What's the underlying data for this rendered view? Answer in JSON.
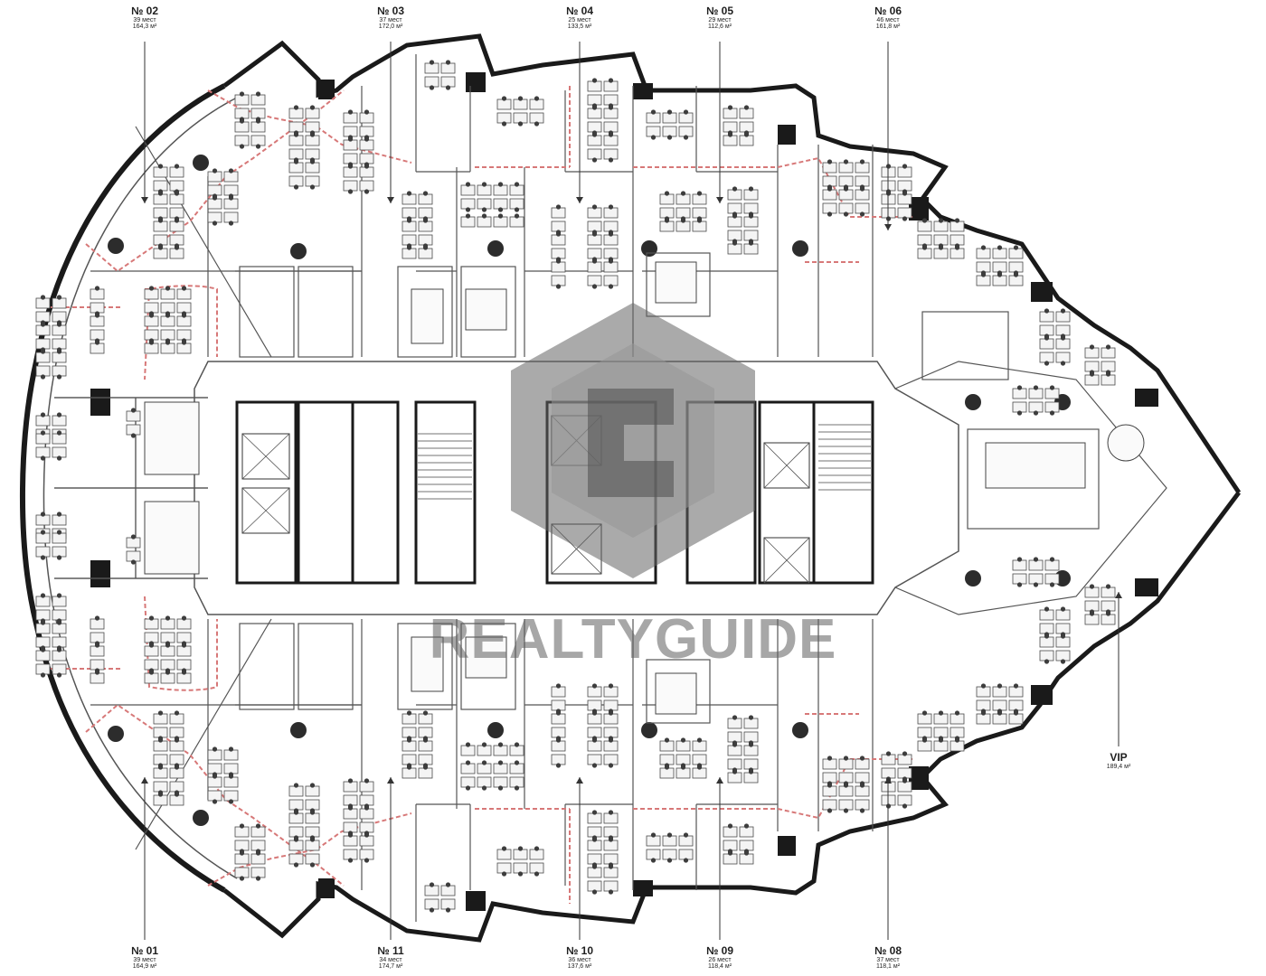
{
  "units": [
    {
      "id": "u02",
      "number": "№ 02",
      "seats": "39 мест",
      "area": "164,3 м²"
    },
    {
      "id": "u03",
      "number": "№ 03",
      "seats": "37 мест",
      "area": "172,0 м²"
    },
    {
      "id": "u04",
      "number": "№ 04",
      "seats": "25 мест",
      "area": "133,5 м²"
    },
    {
      "id": "u05",
      "number": "№ 05",
      "seats": "29 мест",
      "area": "112,6 м²"
    },
    {
      "id": "u06",
      "number": "№ 06",
      "seats": "46 мест",
      "area": "161,8 м²"
    },
    {
      "id": "vip",
      "number": "VIP",
      "seats": "",
      "area": "189,4 м²"
    },
    {
      "id": "u01",
      "number": "№ 01",
      "seats": "39 мест",
      "area": "164,9 м²"
    },
    {
      "id": "u11",
      "number": "№ 11",
      "seats": "34 мест",
      "area": "174,7 м²"
    },
    {
      "id": "u10",
      "number": "№ 10",
      "seats": "36 мест",
      "area": "137,6 м²"
    },
    {
      "id": "u09",
      "number": "№ 09",
      "seats": "26 мест",
      "area": "118,4 м²"
    },
    {
      "id": "u08",
      "number": "№ 08",
      "seats": "37 мест",
      "area": "118,1 м²"
    }
  ],
  "watermark": {
    "text": "REALTYGUIDE"
  },
  "colors": {
    "wall": "#1a1a1a",
    "partition": "#555555",
    "boundary": "#d77878",
    "watermark": "#6a6a6a"
  }
}
